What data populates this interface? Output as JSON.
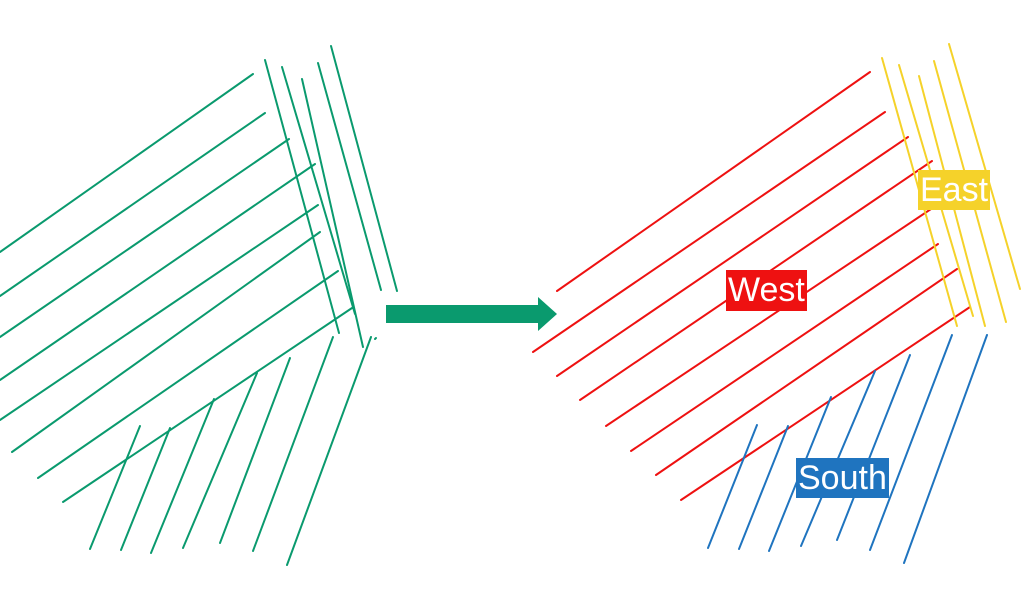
{
  "colors": {
    "unsorted": "#0a9a6e",
    "arrow": "#0a9a6e",
    "west": "#ee1111",
    "east": "#f5d22a",
    "south": "#1f74bf",
    "label_text": "#ffffff"
  },
  "labels": {
    "west": "West",
    "east": "East",
    "south": "South"
  },
  "groups": [
    {
      "name": "unsorted-lines",
      "color_key": "unsorted"
    },
    {
      "name": "west-lines",
      "color_key": "west"
    },
    {
      "name": "east-lines",
      "color_key": "east"
    },
    {
      "name": "south-lines",
      "color_key": "south"
    }
  ]
}
